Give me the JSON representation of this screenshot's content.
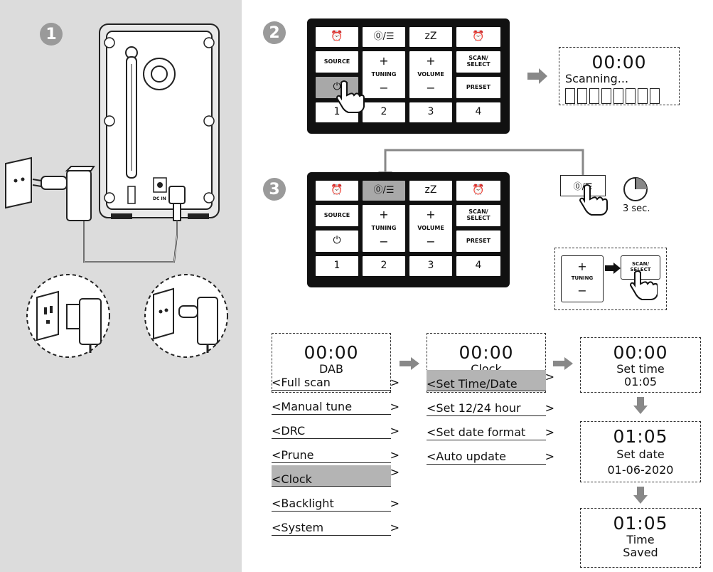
{
  "steps": [
    "1",
    "2",
    "3"
  ],
  "radio_keys": {
    "alarm1": "⏰",
    "power_info": "⓪/☰",
    "sleep": "zZ",
    "alarm2": "⏰",
    "source": "SOURCE",
    "tuning": "TUNING",
    "volume": "VOLUME",
    "scan_select": "SCAN/ SELECT",
    "preset": "PRESET",
    "standby": "⏻",
    "num1": "1",
    "num2": "2",
    "num3": "3",
    "num4": "4",
    "plus": "+",
    "minus": "−"
  },
  "scan_display": {
    "time": "00:00",
    "status": "Scanning...",
    "blocks": 8
  },
  "hold_info": {
    "button": "⓪/☰",
    "duration": "3 sec."
  },
  "tuning_inset": {
    "label": "TUNING",
    "plus": "+",
    "minus": "−",
    "select": "SCAN/ SELECT"
  },
  "dac_socket": "DC IN",
  "dab_menu": {
    "time": "00:00",
    "title": "DAB",
    "items": [
      "<Full scan",
      "<Manual tune",
      "<DRC",
      "<Prune",
      "<Clock",
      "<Backlight",
      "<System"
    ],
    "highlighted": "<Clock",
    "arrow": ">"
  },
  "clock_menu": {
    "time": "00:00",
    "title": "Clock",
    "items": [
      "<Set Time/Date",
      "<Set 12/24 hour",
      "<Set date format",
      "<Auto update"
    ],
    "highlighted": "<Set Time/Date",
    "arrow": ">"
  },
  "set_time_screen": {
    "time": "00:00",
    "label": "Set time",
    "value": "01:05"
  },
  "set_date_screen": {
    "time": "01:05",
    "label": "Set date",
    "value": "01-06-2020"
  },
  "saved_screen": {
    "time": "01:05",
    "line1": "Time",
    "line2": "Saved"
  }
}
